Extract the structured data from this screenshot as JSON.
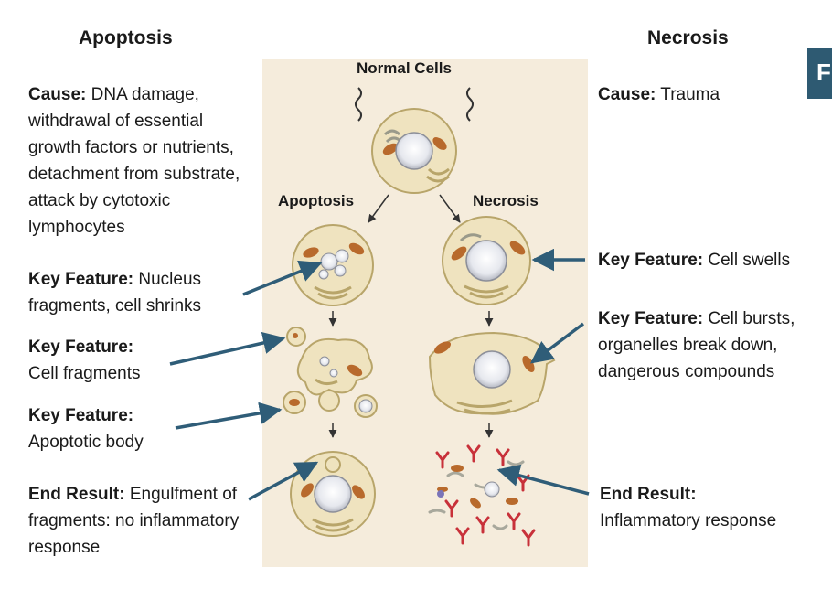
{
  "headings": {
    "left": "Apoptosis",
    "right": "Necrosis"
  },
  "panel": {
    "top_label": "Normal Cells",
    "branch_left": "Apoptosis",
    "branch_right": "Necrosis"
  },
  "left_notes": {
    "cause": {
      "label": "Cause:",
      "text": " DNA damage, withdrawal of essential growth factors or nutrients, detachment from substrate, attack by cytotoxic lymphocytes"
    },
    "feature1": {
      "label": "Key Feature:",
      "text": " Nucleus fragments, cell shrinks"
    },
    "feature2": {
      "label": "Key Feature:",
      "text": "Cell fragments"
    },
    "feature3": {
      "label": "Key Feature:",
      "text": "Apoptotic body"
    },
    "result": {
      "label": "End Result:",
      "text": " Engulfment of fragments: no inflammatory response"
    }
  },
  "right_notes": {
    "cause": {
      "label": "Cause:",
      "text": " Trauma"
    },
    "feature1": {
      "label": "Key Feature:",
      "text": " Cell swells"
    },
    "feature2": {
      "label": "Key Feature:",
      "text": " Cell bursts, organelles break down, dangerous compounds"
    },
    "result": {
      "label": "End Result:",
      "text": "Inflammatory response"
    }
  },
  "edge_tab": {
    "letter": "F"
  },
  "colors": {
    "arrow": "#2f5d78",
    "panel": "#f5ecdc",
    "cell_fill": "#efe3bf",
    "cell_edge": "#b8a56a",
    "organelle": "#b86a2c",
    "debris_red": "#c8313a"
  }
}
